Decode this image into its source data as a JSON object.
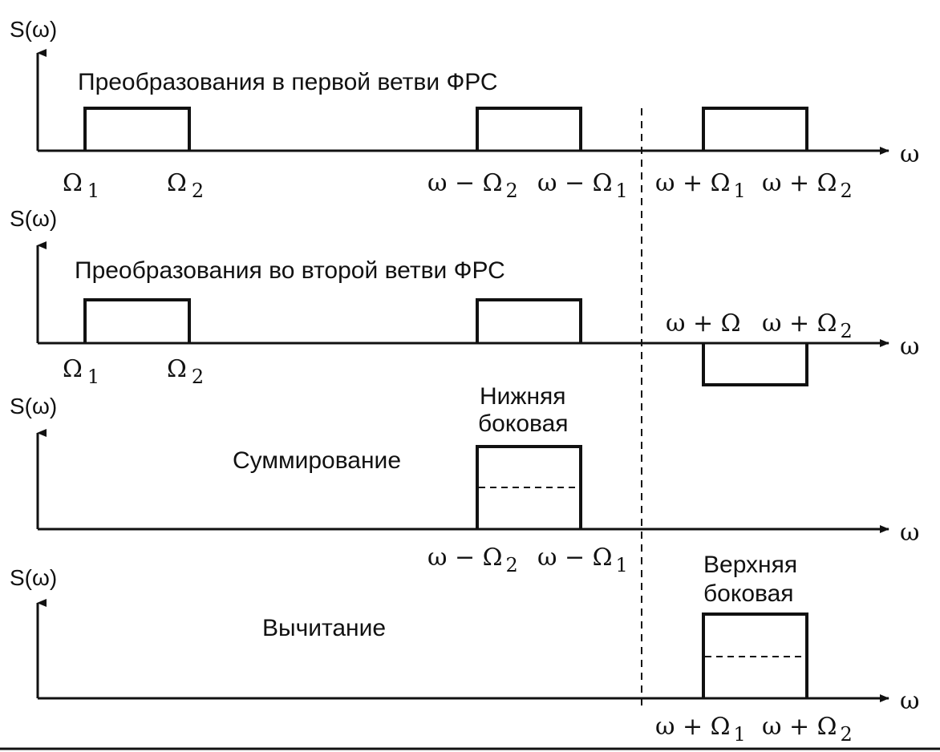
{
  "y_axis_label": "S(ω)",
  "x_axis_label": "ω",
  "panels": [
    {
      "title": "Преобразования в первой ветви ФРС",
      "tick_labels": {
        "low_start": "Ω",
        "low_start_sub": "1",
        "low_end": "Ω",
        "low_end_sub": "2",
        "lower_start": "ω − Ω",
        "lower_start_sub": "2",
        "lower_end": "ω − Ω",
        "lower_end_sub": "1",
        "upper_start": "ω + Ω",
        "upper_start_sub": "1",
        "upper_end": "ω + Ω",
        "upper_end_sub": "2"
      }
    },
    {
      "title": "Преобразования во второй ветви ФРС",
      "tick_labels": {
        "low_start": "Ω",
        "low_start_sub": "1",
        "low_end": "Ω",
        "low_end_sub": "2",
        "upper_start": "ω + Ω",
        "upper_end": "ω + Ω",
        "upper_end_sub": "2"
      }
    },
    {
      "title": "Суммирование",
      "band_label_line1": "Нижняя",
      "band_label_line2": "боковая",
      "tick_labels": {
        "lower_start": "ω − Ω",
        "lower_start_sub": "2",
        "lower_end": "ω − Ω",
        "lower_end_sub": "1"
      }
    },
    {
      "title": "Вычитание",
      "band_label_line1": "Верхняя",
      "band_label_line2": "боковая",
      "tick_labels": {
        "upper_start": "ω + Ω",
        "upper_start_sub": "1",
        "upper_end": "ω + Ω",
        "upper_end_sub": "2"
      }
    }
  ]
}
